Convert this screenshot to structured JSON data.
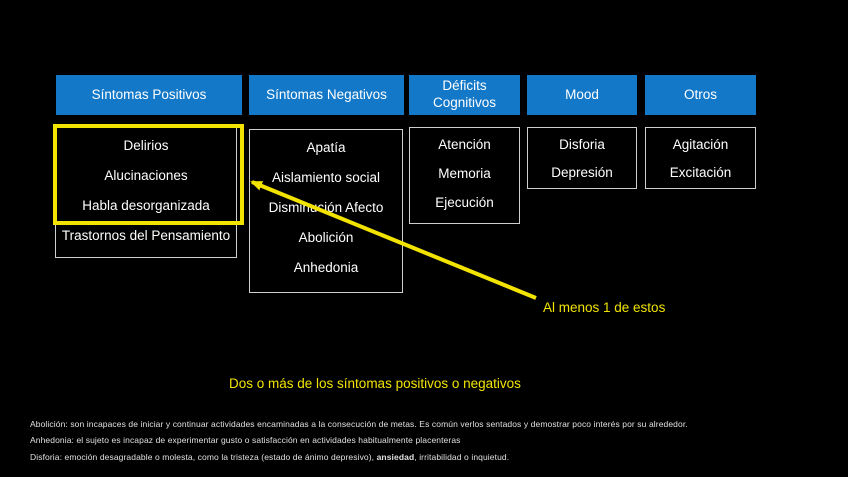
{
  "theme": {
    "background": "#000000",
    "accent_blue": "#1478c8",
    "accent_yellow": "#f2e400",
    "box_border": "#cfcfcf",
    "text_white": "#ffffff"
  },
  "columns": [
    {
      "header": "Síntomas Positivos",
      "items": [
        "Delirios",
        "Alucinaciones",
        "Habla desorganizada",
        "Trastornos del Pensamiento"
      ]
    },
    {
      "header": "Síntomas Negativos",
      "items": [
        "Apatía",
        "Aislamiento social",
        "Disminución Afecto",
        "Abolición",
        "Anhedonia"
      ]
    },
    {
      "header": "Déficits Cognitivos",
      "items": [
        "Atención",
        "Memoria",
        "Ejecución"
      ]
    },
    {
      "header": "Mood",
      "items": [
        "Disforia",
        "Depresión"
      ]
    },
    {
      "header": "Otros",
      "items": [
        "Agitación",
        "Excitación"
      ]
    }
  ],
  "annotations": {
    "arrow_label": "Al menos 1 de estos",
    "criteria_note": "Dos o más de los síntomas positivos o negativos"
  },
  "footnotes": {
    "abolicion": "Abolición: son incapaces de iniciar y continuar actividades encaminadas a la consecución de metas. Es común verlos sentados y demostrar poco interés por su alrededor.",
    "anhedonia": "Anhedonia: el sujeto es incapaz de experimentar gusto o satisfacción en actividades habitualmente placenteras",
    "disforia_prefix": "Disforia: emoción desagradable o molesta, como la tristeza (estado de ánimo depresivo), ",
    "disforia_bold": "ansiedad",
    "disforia_suffix": ", irritabilidad o inquietud."
  }
}
